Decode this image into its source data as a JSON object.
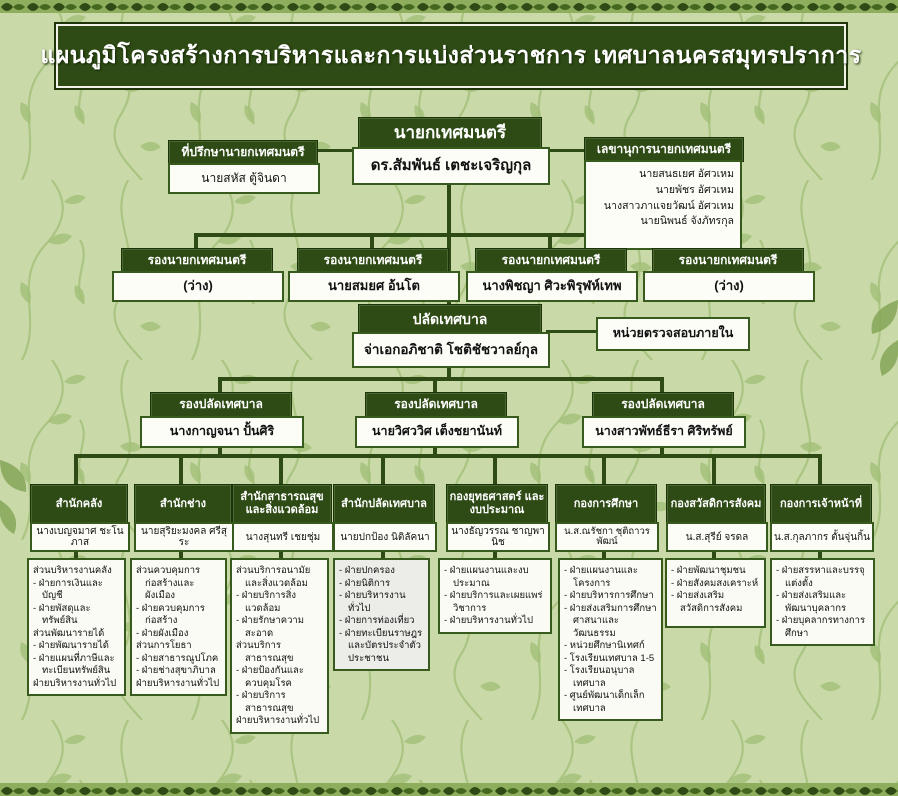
{
  "title": "แผนภูมิโครงสร้างการบริหารและการแบ่งส่วนราชการ  เทศบาลนครสมุทรปราการ",
  "colors": {
    "dark_green_box": "#2e4b15",
    "box_border": "#375a1d",
    "background": "#c9d9a8",
    "connector": "#2e4b15",
    "text_on_dark": "#ffffff"
  },
  "mayor": {
    "title": "นายกเทศมนตรี",
    "name": "ดร.สัมพันธ์ เตชะเจริญกุล"
  },
  "advisor": {
    "title": "ที่ปรึกษานายกเทศมนตรี",
    "name": "นายสหัส ตู้จินดา"
  },
  "secretary": {
    "title": "เลขานุการนายกเทศมนตรี",
    "names": [
      "นายสนธเยศ อัศวเหม",
      "นายพัชร อัศวเหม",
      "นางสาวภาแจยวัฒน์ อัศวเหม",
      "นายนิพนธ์ จังภัทรกุล"
    ]
  },
  "deputy_mayors": [
    {
      "title": "รองนายกเทศมนตรี",
      "name": "(ว่าง)"
    },
    {
      "title": "รองนายกเทศมนตรี",
      "name": "นายสมยศ อ้นโต"
    },
    {
      "title": "รองนายกเทศมนตรี",
      "name": "นางพิชญา ศิวะพิรุฬห์เทพ"
    },
    {
      "title": "รองนายกเทศมนตรี",
      "name": "(ว่าง)"
    }
  ],
  "clerk": {
    "title": "ปลัดเทศบาล",
    "name": "จ่าเอกอภิชาติ  โชติชัชวาลย์กุล"
  },
  "internal_audit": {
    "label": "หน่วยตรวจสอบภายใน"
  },
  "deputy_clerks": [
    {
      "title": "รองปลัดเทศบาล",
      "name": "นางกาญจนา ปั้นศิริ"
    },
    {
      "title": "รองปลัดเทศบาล",
      "name": "นายวิศววิศ เต็งชยานันท์"
    },
    {
      "title": "รองปลัดเทศบาล",
      "name": "นางสาวพัทธ์ธีรา ศิริทรัพย์"
    }
  ],
  "departments": [
    {
      "title": "สำนักคลัง",
      "head": "นางเบญจมาศ ชะโนภาส",
      "units": [
        "ส่วนบริหารงานคลัง",
        "- ฝ่ายการเงินและบัญชี",
        "- ฝ่ายพัสดุและทรัพย์สิน",
        "ส่วนพัฒนารายได้",
        "- ฝ่ายพัฒนารายได้",
        "- ฝ่ายแผนที่ภาษีและทะเบียนทรัพย์สิน",
        "ฝ่ายบริหารงานทั่วไป"
      ]
    },
    {
      "title": "สำนักช่าง",
      "head": "นายสุริยะมงคล ศรีสุระ",
      "units": [
        "ส่วนควบคุมการก่อสร้างและผังเมือง",
        "- ฝ่ายควบคุมการก่อสร้าง",
        "- ฝ่ายผังเมือง",
        "ส่วนการโยธา",
        "- ฝ่ายสาธารณูปโภค",
        "- ฝ่ายช่างสุขาภิบาล",
        "ฝ่ายบริหารงานทั่วไป"
      ]
    },
    {
      "title": "สำนักสาธารณสุข และสิ่งแวดล้อม",
      "head": "นางสุนทรี เชยชุ่ม",
      "units": [
        "ส่วนบริการอนามัยและสิ่งแวดล้อม",
        "- ฝ่ายบริการสิ่งแวดล้อม",
        "- ฝ่ายรักษาความสะอาด",
        "ส่วนบริการสาธารณสุข",
        "- ฝ่ายป้องกันและควบคุมโรค",
        "- ฝ่ายบริการสาธารณสุข",
        "ฝ่ายบริหารงานทั่วไป"
      ]
    },
    {
      "title": "สำนักปลัดเทศบาล",
      "head": "นายปกป้อง นิติลัคนา",
      "units": [
        "- ฝ่ายปกครอง",
        "- ฝ่ายนิติการ",
        "- ฝ่ายบริหารงานทั่วไป",
        "- ฝ่ายการท่องเที่ยว",
        "- ฝ่ายทะเบียนราษฎรและบัตรประจำตัวประชาชน"
      ]
    },
    {
      "title": "กองยุทธศาสตร์ และงบประมาณ",
      "head": "นางธัญวรรณ ชาญพานิช",
      "units": [
        "- ฝ่ายแผนงานและงบประมาณ",
        "- ฝ่ายบริการและเผยแพร่วิชาการ",
        "- ฝ่ายบริหารงานทั่วไป"
      ]
    },
    {
      "title": "กองการศึกษา",
      "head": "น.ส.ณรัชกา ชุติถาวรพัฒน์",
      "units": [
        "- ฝ่ายแผนงานและโครงการ",
        "- ฝ่ายบริหารการศึกษา",
        "- ฝ่ายส่งเสริมการศึกษา ศาสนาและวัฒนธรรม",
        "- หน่วยศึกษานิเทศก์",
        "- โรงเรียนเทศบาล 1-5",
        "- โรงเรียนอนุบาลเทศบาล",
        "- ศูนย์พัฒนาเด็กเล็กเทศบาล"
      ]
    },
    {
      "title": "กองสวัสดิการสังคม",
      "head": "น.ส.สุรีย์ จรดล",
      "units": [
        "- ฝ่ายพัฒนาชุมชน",
        "- ฝ่ายสังคมสงเคราะห์",
        "- ฝ่ายส่งเสริมสวัสดิการสังคม"
      ]
    },
    {
      "title": "กองการเจ้าหน้าที่",
      "head": "น.ส.กุลภากร ตั้นจุ่นกิ้น",
      "units": [
        "- ฝ่ายสรรหาและบรรจุแต่งตั้ง",
        "- ฝ่ายส่งเสริมและพัฒนาบุคลากร",
        "- ฝ่ายบุคลากรทางการศึกษา"
      ]
    }
  ]
}
